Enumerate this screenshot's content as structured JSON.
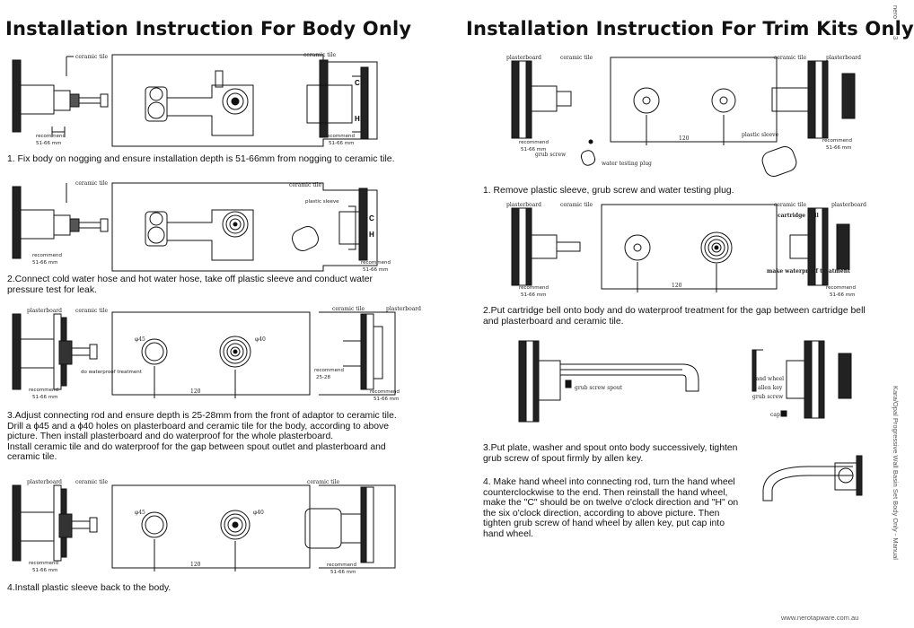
{
  "titles": {
    "body": "Installation Instruction For Body Only",
    "trim": "Installation Instruction For Trim Kits Only"
  },
  "labels": {
    "ceramic_tile": "ceramic tile",
    "plasterboard": "plasterboard",
    "recommend": "recommend",
    "depth_51_66": "51-66 mm",
    "plastic_sleeve": "plastic sleeve",
    "do_waterproof": "do waterproof treatment",
    "recommend_25_28": "recommend",
    "depth_25_28": "25-28",
    "dim_120": "120",
    "phi45": "φ45",
    "phi40": "φ40",
    "grub_screw": "grub screw",
    "water_testing_plug": "water testing plug",
    "cartridge_bell": "cartridge bell",
    "make_waterproof": "make waterproof treatment",
    "grub_screw_spout": "grub screw spout",
    "hand_wheel": "hand wheel",
    "allen_key": "allen key",
    "cap": "cap",
    "letter_c": "C",
    "letter_h": "H"
  },
  "steps_body": {
    "s1": "1. Fix body on nogging and ensure installation depth is 51-66mm from nogging to ceramic tile.",
    "s2": "2.Connect cold water hose and hot water hose, take off plastic sleeve and conduct water pressure test for leak.",
    "s3a": "3.Adjust connecting rod and ensure depth is 25-28mm from the front of adaptor to ceramic tile.",
    "s3b": "Drill a ϕ45 and a ϕ40 holes on plasterboard and ceramic tile for the body, according to above picture. Then install plasterboard and do waterproof for the whole plasterboard.",
    "s3c": "Install ceramic tile and do waterproof for the gap between spout outlet and plasterboard and ceramic tile.",
    "s4": "4.Install plastic sleeve back to the body."
  },
  "steps_trim": {
    "s1": "1. Remove plastic sleeve, grub screw and water testing plug.",
    "s2": "2.Put cartridge bell onto body and do waterproof treatment for the gap between cartridge bell and plasterboard and ceramic tile.",
    "s3": "3.Put plate, washer and spout onto body successively, tighten grub screw of spout firmly by allen key.",
    "s4": "4. Make hand wheel into connecting rod, turn the hand wheel counterclockwise to the end. Then reinstall the hand wheel, make the \"C\" should be on twelve o'clock direction and \"H\" on the six o'clock direction, according to above picture. Then tighten grub screw of hand wheel by allen key, put cap into hand wheel."
  },
  "side_text": "Kara/Opal Progressive Wall Basin Set Body Only - Manual",
  "top_right_text": "nero",
  "page_number": "3",
  "footer": "www.nerotapware.com.au"
}
